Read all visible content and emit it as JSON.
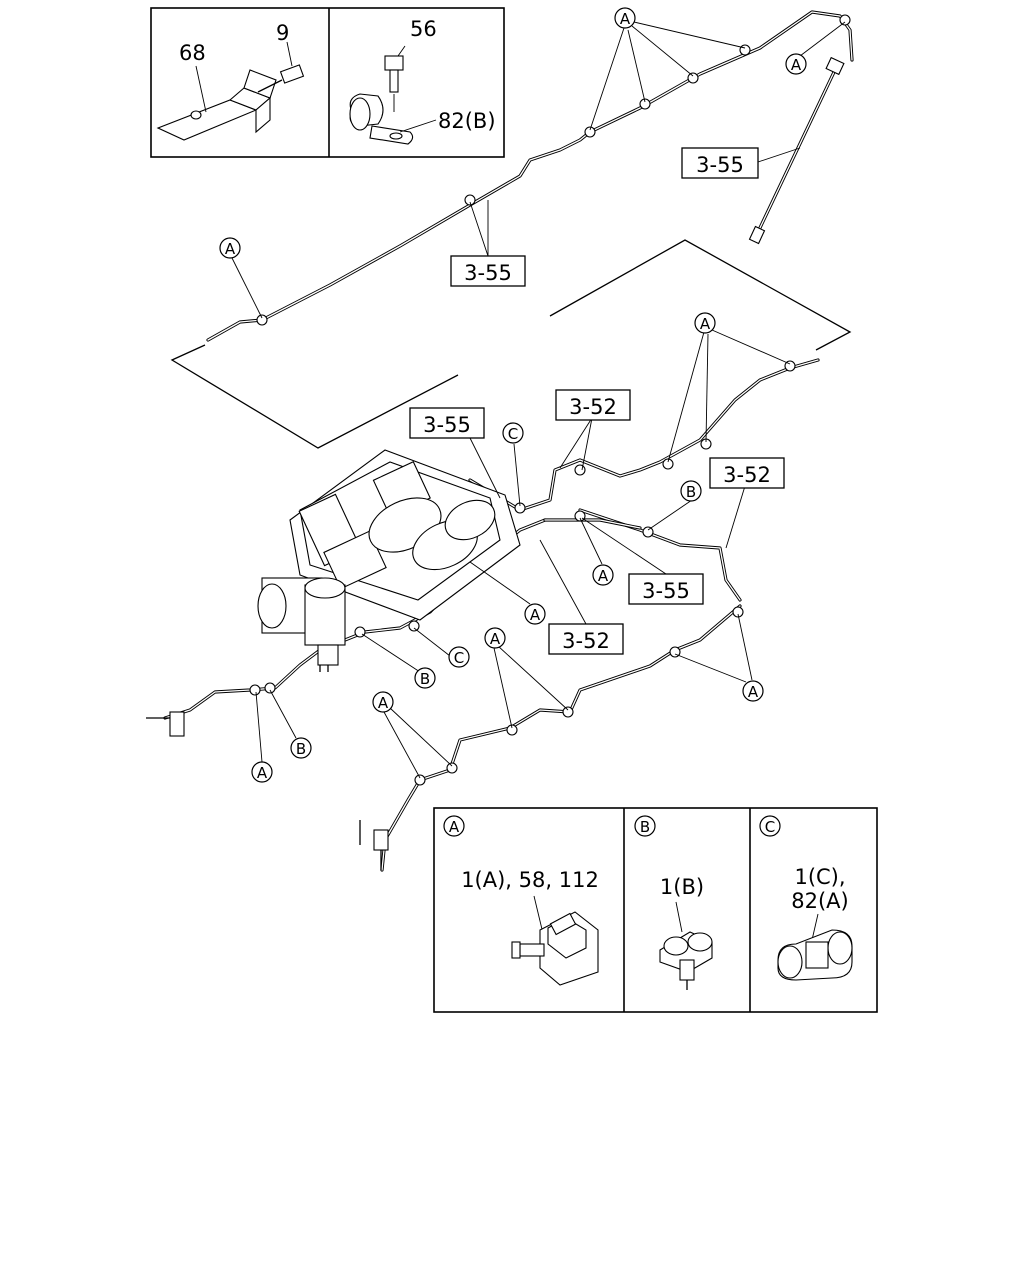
{
  "diagram": {
    "inset_top": {
      "left": {
        "labels": [
          "68",
          "9"
        ]
      },
      "right": {
        "labels": [
          "56",
          "82(B)"
        ]
      }
    },
    "ref_boxes": [
      "3-55",
      "3-55",
      "3-55",
      "3-52",
      "3-52",
      "3-55",
      "3-52"
    ],
    "clip_markers": {
      "a": "A",
      "b": "B",
      "c": "C"
    },
    "legend": {
      "a": {
        "letter": "A",
        "parts": "1(A), 58, 112"
      },
      "b": {
        "letter": "B",
        "parts": "1(B)"
      },
      "c": {
        "letter": "C",
        "parts_line1": "1(C),",
        "parts_line2": "82(A)"
      }
    }
  }
}
